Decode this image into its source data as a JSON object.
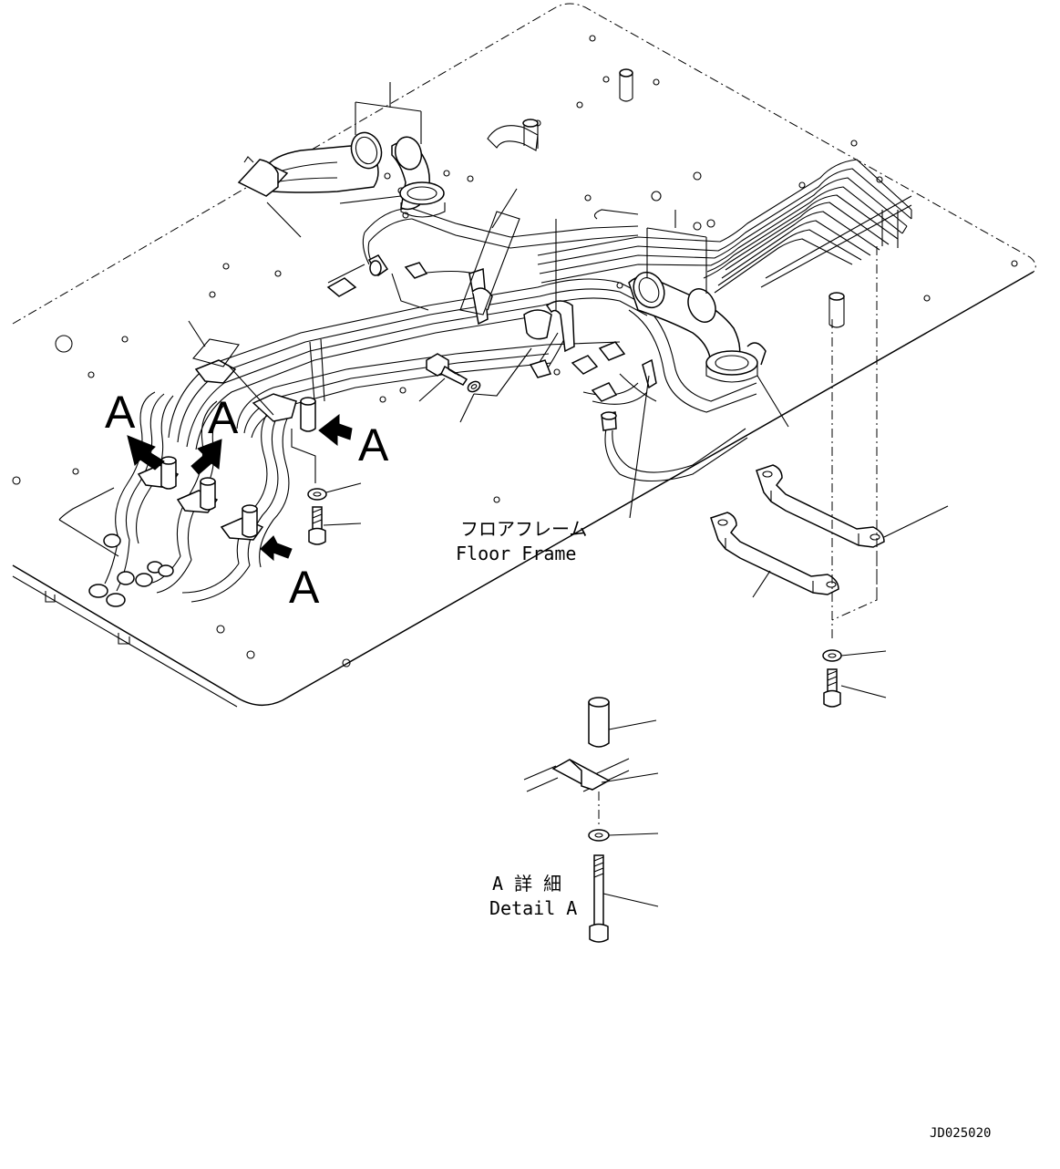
{
  "labels": {
    "floor_frame_jp": "フロアフレーム",
    "floor_frame_en": "Floor Frame",
    "detail_jp": "A 詳 細",
    "detail_en": "Detail A",
    "view_marker": "A",
    "drawing_code": "JD025020"
  },
  "icons": {
    "view_arrow": "black-arrow-icon"
  }
}
